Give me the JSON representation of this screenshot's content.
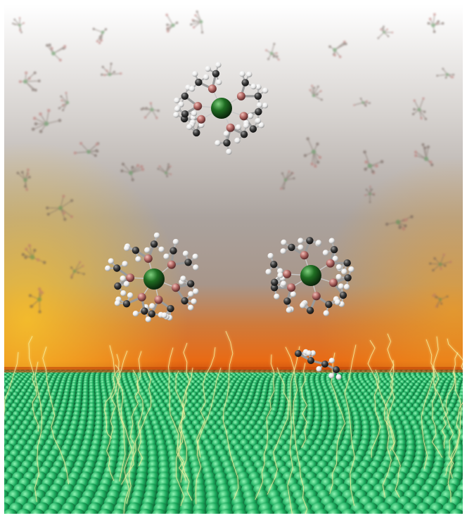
{
  "scene": {
    "colors": {
      "sky_top": "#ffffff",
      "sky_mid": "#a09a96",
      "sky_low": "#8c7f78",
      "horizon_glow": "#e96a14",
      "horizon_gold": "#f3b01e",
      "surface_green": "#1fa75e",
      "surface_dark": "#06351c",
      "metal_center": "#1d6b1d",
      "oxygen": "#b8706c",
      "carbon": "#3a3a3a",
      "hydrogen": "#f2f2f2",
      "lightning": "#f7f0a0"
    },
    "elements": {
      "background": "gradient-sky",
      "surface": "crystal-lattice",
      "complexes": [
        "complex-top",
        "complex-left",
        "complex-right"
      ],
      "fragment": "free-ligand-fragment",
      "effects": "lightning-discharges"
    }
  }
}
